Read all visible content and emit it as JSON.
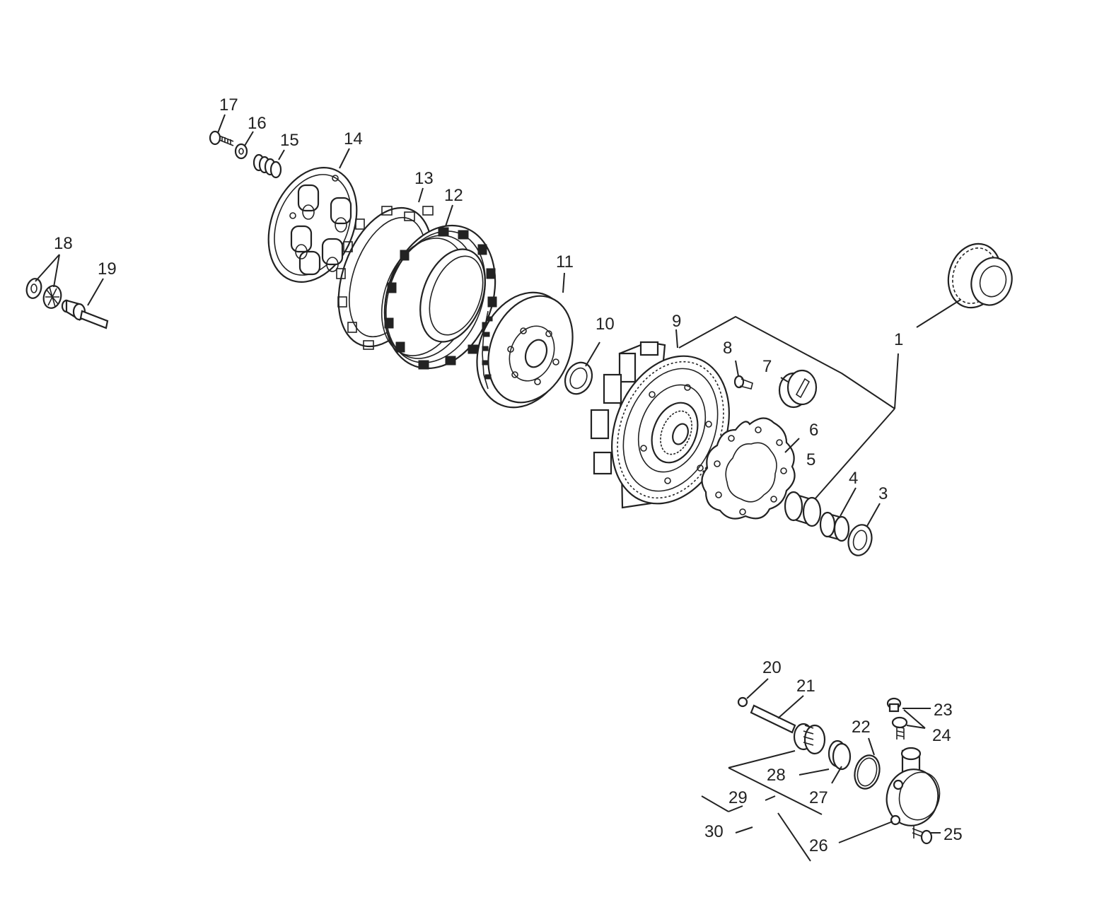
{
  "callouts": [
    {
      "id": "1",
      "text": "1"
    },
    {
      "id": "3",
      "text": "3"
    },
    {
      "id": "4",
      "text": "4"
    },
    {
      "id": "5",
      "text": "5"
    },
    {
      "id": "6",
      "text": "6"
    },
    {
      "id": "7",
      "text": "7"
    },
    {
      "id": "8",
      "text": "8"
    },
    {
      "id": "9",
      "text": "9"
    },
    {
      "id": "10",
      "text": "10"
    },
    {
      "id": "11",
      "text": "11"
    },
    {
      "id": "12",
      "text": "12"
    },
    {
      "id": "13",
      "text": "13"
    },
    {
      "id": "14",
      "text": "14"
    },
    {
      "id": "15",
      "text": "15"
    },
    {
      "id": "16",
      "text": "16"
    },
    {
      "id": "17",
      "text": "17"
    },
    {
      "id": "18",
      "text": "18"
    },
    {
      "id": "19",
      "text": "19"
    },
    {
      "id": "20",
      "text": "20"
    },
    {
      "id": "21",
      "text": "21"
    },
    {
      "id": "22",
      "text": "22"
    },
    {
      "id": "23",
      "text": "23"
    },
    {
      "id": "24",
      "text": "24"
    },
    {
      "id": "25",
      "text": "25"
    },
    {
      "id": "26",
      "text": "26"
    },
    {
      "id": "27",
      "text": "27"
    },
    {
      "id": "28",
      "text": "28"
    },
    {
      "id": "29",
      "text": "29"
    },
    {
      "id": "30",
      "text": "30"
    }
  ],
  "colors": {
    "line": "#222222",
    "background": "#ffffff"
  }
}
